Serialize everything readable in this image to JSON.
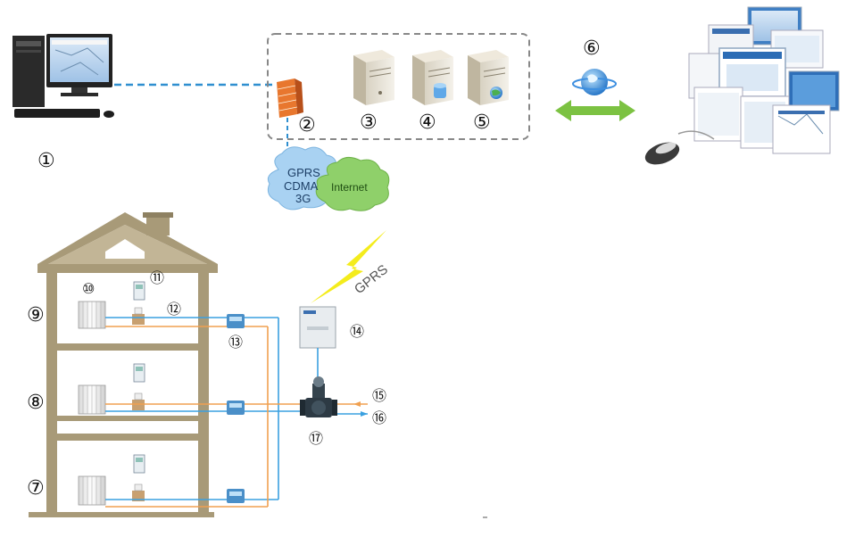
{
  "labels": {
    "n1": "①",
    "n2": "②",
    "n3": "③",
    "n4": "④",
    "n5": "⑤",
    "n6": "⑥",
    "n7": "⑦",
    "n8": "⑧",
    "n9": "⑨",
    "n10": "⑩",
    "n11": "⑪",
    "n12": "⑫",
    "n13": "⑬",
    "n14": "⑭",
    "n15": "⑮",
    "n16": "⑯",
    "n17": "⑰"
  },
  "cloud": {
    "line1": "GPRS",
    "line2": "CDMA",
    "line3": "3G",
    "internet": "Internet"
  },
  "wireless": {
    "label": "GPRS"
  },
  "colors": {
    "dashed_link": "#2f8fd0",
    "supply_pipe": "#f0a050",
    "return_pipe": "#3aa0e0",
    "house": "#a89a78",
    "cloud_blue": "#a9d2f2",
    "cloud_green": "#8fd06a",
    "arrow": "#7cc242",
    "lightning": "#f4ec1c",
    "firewall": "#e8772e"
  },
  "icons": {
    "workstation": "desktop-computer-icon",
    "firewall": "firewall-icon",
    "server": "server-icon",
    "database_server": "database-server-icon",
    "web_server": "web-server-icon",
    "globe": "globe-icon",
    "clients": "client-screens-icon",
    "mouse": "mouse-icon"
  }
}
